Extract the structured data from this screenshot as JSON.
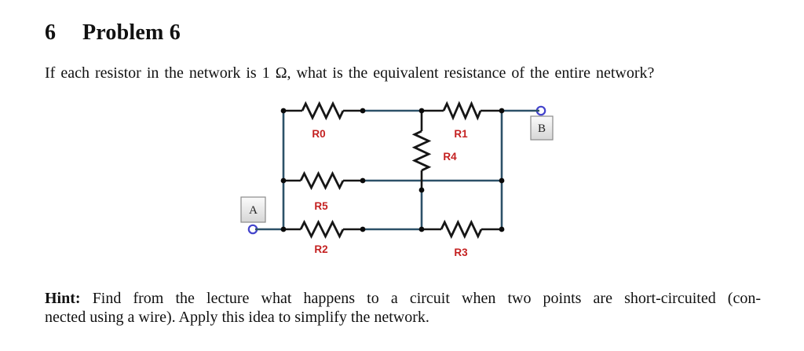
{
  "document": {
    "section_number": "6",
    "section_title": "Problem 6",
    "question": "If each resistor in the network is 1 Ω, what is the equivalent resistance of the entire network?",
    "hint": {
      "label": "Hint:",
      "line1": "Find from the lecture what happens to a circuit when two points are short-circuited (con-",
      "line2": "nected using a wire). Apply this idea to simplify the network."
    }
  },
  "circuit": {
    "resistors": [
      {
        "label": "R0"
      },
      {
        "label": "R1"
      },
      {
        "label": "R2"
      },
      {
        "label": "R3"
      },
      {
        "label": "R4"
      },
      {
        "label": "R5"
      }
    ],
    "terminals": [
      {
        "label": "A"
      },
      {
        "label": "B"
      }
    ],
    "colors": {
      "wire": "#2c5168",
      "component": "#161616",
      "resistor_label": "#c42020",
      "terminal_ring": "#4444cc",
      "junction_dot": "#0a0a0a"
    }
  }
}
